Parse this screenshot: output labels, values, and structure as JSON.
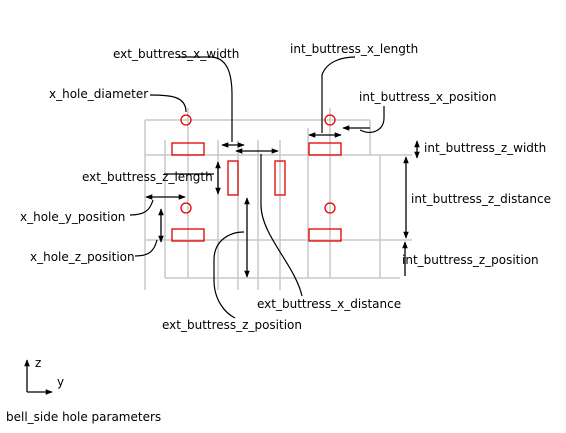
{
  "labels": {
    "ext_buttress_x_width": "ext_buttress_x_width",
    "int_buttress_x_length": "int_buttress_x_length",
    "x_hole_diameter": "x_hole_diameter",
    "int_buttress_x_position": "int_buttress_x_position",
    "int_buttress_z_width": "int_buttress_z_width",
    "ext_buttress_z_length": "ext_buttress_z_length",
    "int_buttress_z_distance": "int_buttress_z_distance",
    "x_hole_y_position": "x_hole_y_position",
    "x_hole_z_position": "x_hole_z_position",
    "int_buttress_z_position": "int_buttress_z_position",
    "ext_buttress_x_distance": "ext_buttress_x_distance",
    "ext_buttress_z_position": "ext_buttress_z_position"
  },
  "axes": {
    "vertical": "z",
    "horizontal": "y"
  },
  "caption": "bell_side hole parameters",
  "colors": {
    "part": "#e00000",
    "grid": "#c8c8c8",
    "dimension": "#000000"
  }
}
